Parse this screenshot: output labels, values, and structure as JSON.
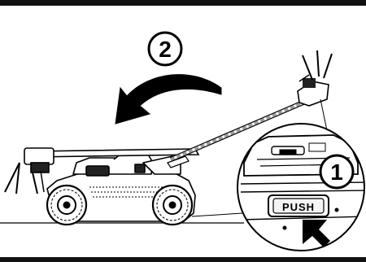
{
  "step_labels": {
    "fold": "2",
    "release": "1"
  },
  "push_label": "PUSH",
  "colors": {
    "line": "#000000",
    "frame_bar": "#111111",
    "background": "#ffffff",
    "dashed_handle": "#9a9a9a",
    "step_circle_fill": "#ffffff"
  },
  "icons": [
    "curved-arrow-icon",
    "push-arrow-icon"
  ]
}
